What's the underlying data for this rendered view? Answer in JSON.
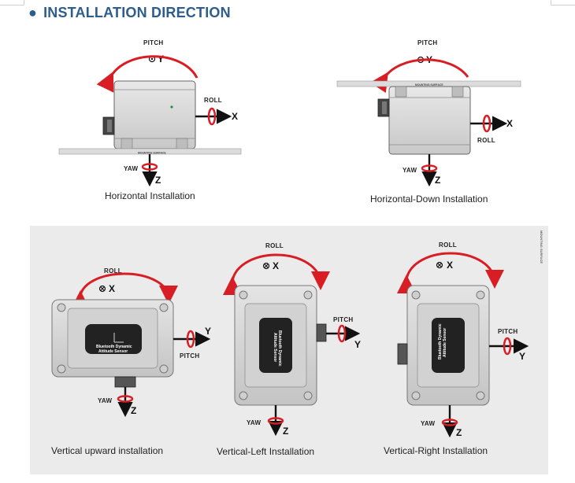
{
  "header": {
    "bullet": "●",
    "title": "INSTALLATION DIRECTION"
  },
  "labels": {
    "pitch": "PITCH",
    "roll": "ROLL",
    "yaw": "YAW",
    "x": "X",
    "y": "Y",
    "z": "Z",
    "mounting_surface": "MOUNTING SURFACE",
    "device_line1": "Bluetooth Dynamic",
    "device_line2": "Attitude Sensor"
  },
  "installations": [
    {
      "caption": "Horizontal Installation"
    },
    {
      "caption": "Horizontal-Down Installation"
    },
    {
      "caption": "Vertical upward installation"
    },
    {
      "caption": "Vertical-Left Installation"
    },
    {
      "caption": "Vertical-Right Installation"
    }
  ],
  "colors": {
    "title": "#2d5d8c",
    "arrow_red": "#d81e24",
    "panel_gray": "#ebebeb",
    "device_body": "#d8d8d8",
    "device_face": "#222222"
  }
}
